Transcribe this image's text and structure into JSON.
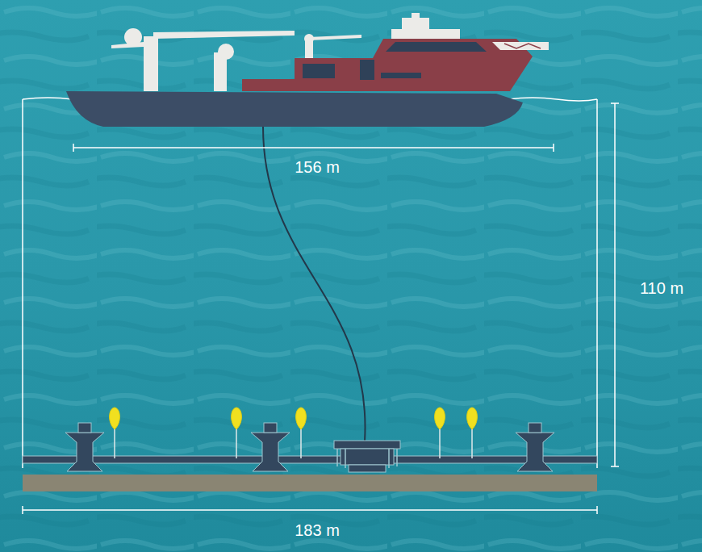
{
  "diagram": {
    "labels": [
      "156 m",
      "110 m",
      "183 m"
    ]
  }
}
